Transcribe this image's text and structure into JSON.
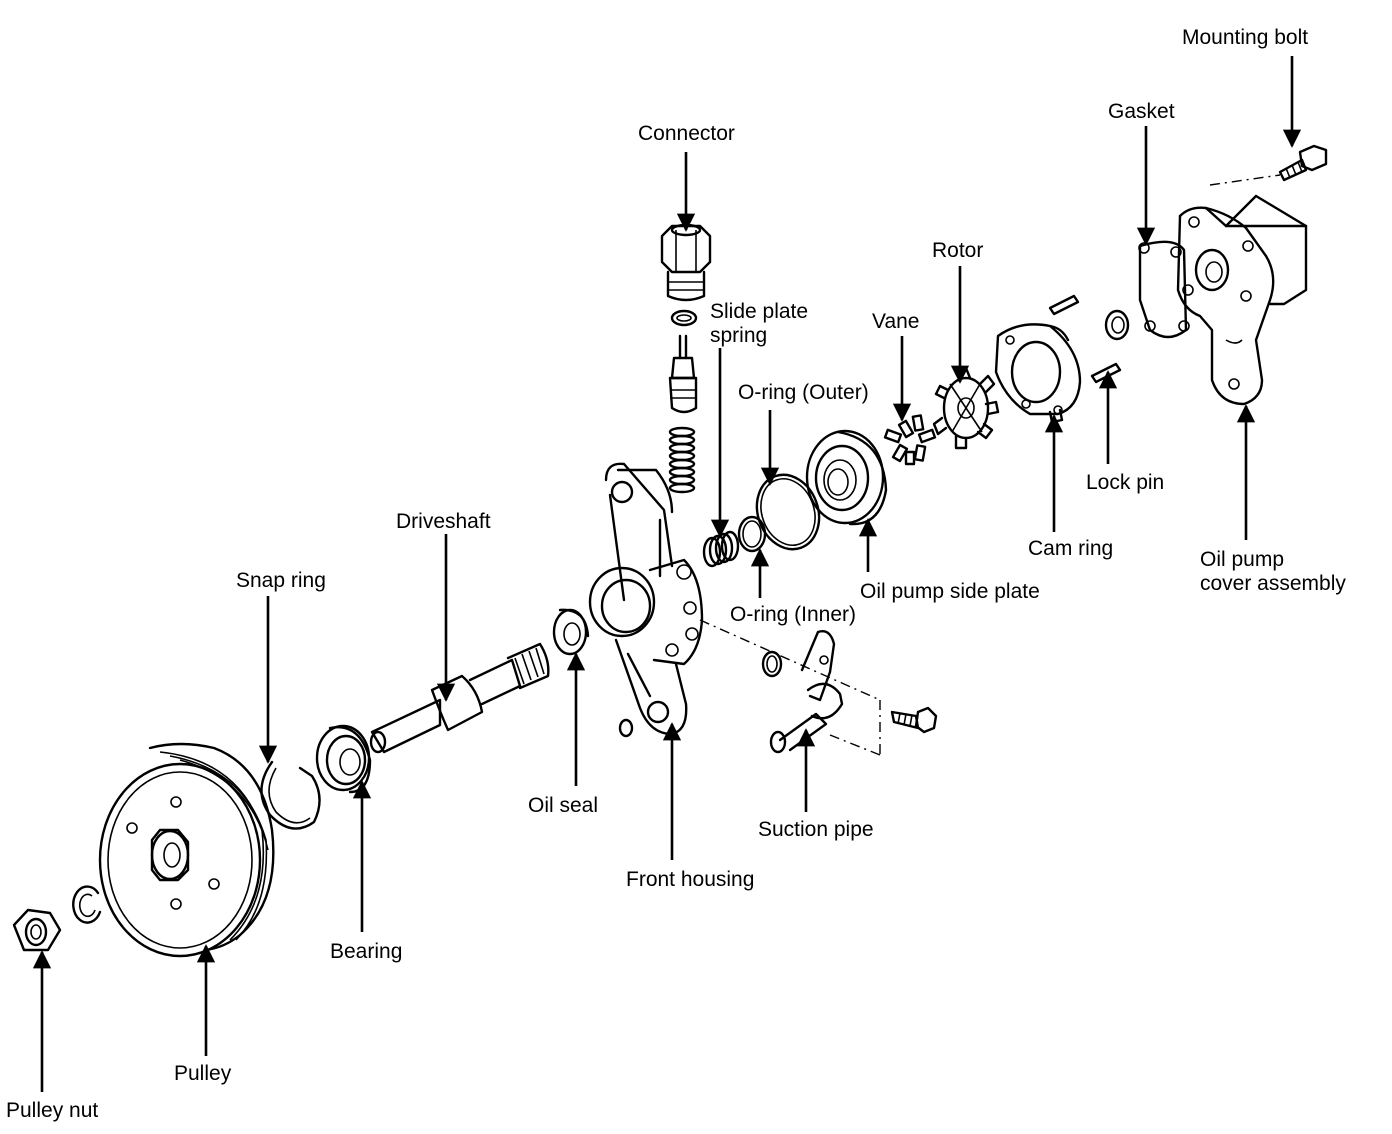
{
  "labels": {
    "mounting_bolt": "Mounting bolt",
    "gasket": "Gasket",
    "connector": "Connector",
    "rotor": "Rotor",
    "slide_plate_spring_1": "Slide plate",
    "slide_plate_spring_2": "spring",
    "vane": "Vane",
    "o_ring_outer": "O-ring (Outer)",
    "lock_pin": "Lock pin",
    "driveshaft": "Driveshaft",
    "cam_ring": "Cam ring",
    "oil_pump_cover_1": "Oil pump",
    "oil_pump_cover_2": "cover assembly",
    "snap_ring": "Snap ring",
    "oil_pump_side_plate": "Oil pump side plate",
    "o_ring_inner": "O-ring (Inner)",
    "oil_seal": "Oil seal",
    "suction_pipe": "Suction pipe",
    "front_housing": "Front housing",
    "bearing": "Bearing",
    "pulley": "Pulley",
    "pulley_nut": "Pulley nut"
  }
}
